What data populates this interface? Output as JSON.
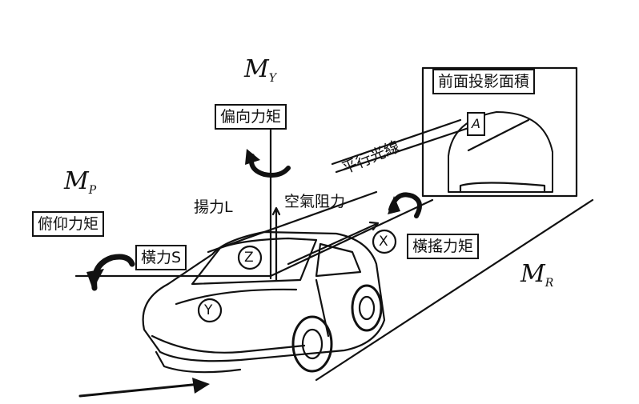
{
  "labels": {
    "yaw_moment": "偏向力矩",
    "pitch_moment": "俯仰力矩",
    "roll_moment": "橫搖力矩",
    "side_force": "橫力S",
    "lift": "揚力L",
    "drag": "空氣阻力",
    "frontal_area": "前面投影面積",
    "area_symbol": "A",
    "parallel_light": "平行光線"
  },
  "symbols": {
    "my_main": "M",
    "my_sub": "Y",
    "mp_main": "M",
    "mp_sub": "P",
    "mr_main": "M",
    "mr_sub": "R",
    "axis_x": "X",
    "axis_y": "Y",
    "axis_z": "Z"
  },
  "colors": {
    "ink": "#111111",
    "paper": "#ffffff"
  }
}
